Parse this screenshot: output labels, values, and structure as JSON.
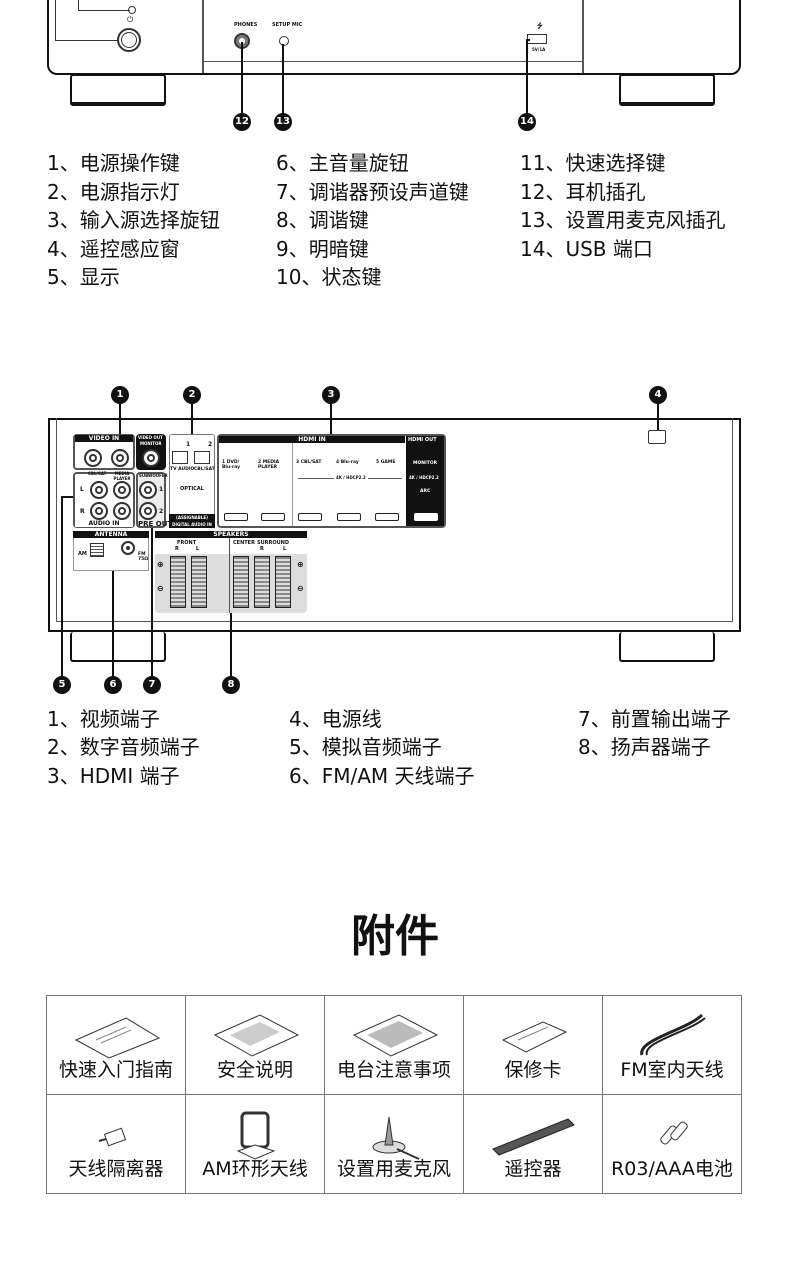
{
  "front_panel": {
    "labels": {
      "phones": "PHONES",
      "setup_mic": "SETUP MIC",
      "usb_power": "5V/1A"
    },
    "callouts": [
      "12",
      "13",
      "14"
    ],
    "legend": [
      [
        "1、电源操作键",
        "2、电源指示灯",
        "3、输入源选择旋钮",
        "4、遥控感应窗",
        "5、显示"
      ],
      [
        "6、主音量旋钮",
        "7、调谐器预设声道键",
        "8、调谐键",
        "9、明暗键",
        "10、状态键"
      ],
      [
        "11、快速选择键",
        "12、耳机插孔",
        "13、设置用麦克风插孔",
        "14、USB 端口"
      ]
    ]
  },
  "rear_panel": {
    "callouts_top": [
      "1",
      "2",
      "3",
      "4"
    ],
    "callouts_bottom": [
      "5",
      "6",
      "7",
      "8"
    ],
    "labels": {
      "video_in": "VIDEO IN",
      "video_out": "VIDEO OUT",
      "monitor": "MONITOR",
      "cbl_sat": "CBL/SAT",
      "media_player": "MEDIA PLAYER",
      "audio_in": "AUDIO IN",
      "subwoofer": "SUBWOOFER",
      "pre_out": "PRE OUT",
      "optical_1": "1",
      "optical_2": "2",
      "tv_audio": "TV AUDIO",
      "optical_cbl_sat": "CBL/SAT",
      "optical": "OPTICAL",
      "assignable": "(ASSIGNABLE)",
      "digital_audio_in": "DIGITAL AUDIO IN",
      "hdmi_in": "HDMI IN",
      "hdmi_out": "HDMI OUT",
      "hdmi_inputs": [
        "1 DVD/ Blu-ray",
        "2 MEDIA PLAYER",
        "3 CBL/SAT",
        "4 Blu-ray",
        "5 GAME"
      ],
      "hdcp": "4K / HDCP2.2",
      "hdmi_monitor": "MONITOR",
      "arc": "ARC",
      "antenna": "ANTENNA",
      "am": "AM",
      "fm": "FM 75Ω",
      "speakers": "SPEAKERS",
      "front": "FRONT",
      "center": "CENTER",
      "surround": "SURROUND",
      "r": "R",
      "l": "L",
      "sub1": "1",
      "sub2": "2"
    },
    "legend": [
      [
        "1、视频端子",
        "2、数字音频端子",
        "3、HDMI 端子"
      ],
      [
        "4、电源线",
        "5、模拟音频端子",
        "6、FM/AM 天线端子"
      ],
      [
        "7、前置输出端子",
        "8、扬声器端子"
      ]
    ]
  },
  "accessories": {
    "title": "附件",
    "items": [
      {
        "label": "快速入门指南",
        "icon": "quick-start-guide-icon"
      },
      {
        "label": "安全说明",
        "icon": "safety-instructions-icon"
      },
      {
        "label": "电台注意事项",
        "icon": "radio-notes-icon"
      },
      {
        "label": "保修卡",
        "icon": "warranty-card-icon"
      },
      {
        "label": "FM室内天线",
        "icon": "fm-antenna-icon"
      },
      {
        "label": "天线隔离器",
        "icon": "antenna-isolator-icon"
      },
      {
        "label": "AM环形天线",
        "icon": "am-loop-antenna-icon"
      },
      {
        "label": "设置用麦克风",
        "icon": "setup-microphone-icon"
      },
      {
        "label": "遥控器",
        "icon": "remote-control-icon"
      },
      {
        "label": "R03/AAA电池",
        "icon": "batteries-icon"
      }
    ]
  }
}
